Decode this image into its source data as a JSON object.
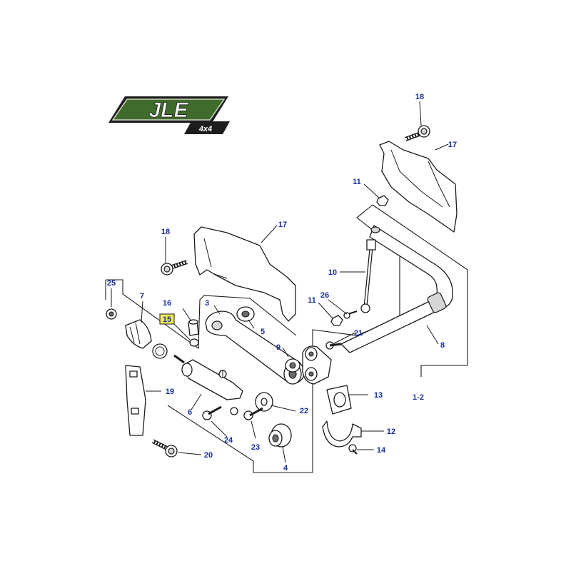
{
  "logo": {
    "brand": "JLE",
    "badge": "4x4",
    "colors": {
      "green": "#3f6b2c",
      "dark": "#1d1d1d"
    }
  },
  "colors": {
    "callout_text": "#1a2fa0",
    "highlight": "#f2e85a",
    "line": "#1a1a1a"
  },
  "callouts": {
    "c1_2": "1-2",
    "c3": "3",
    "c4": "4",
    "c5": "5",
    "c6": "6",
    "c7": "7",
    "c8": "8",
    "c9": "9",
    "c10": "10",
    "c11a": "11",
    "c11b": "11",
    "c12": "12",
    "c13": "13",
    "c14": "14",
    "c15": "15",
    "c16": "16",
    "c17a": "17",
    "c17b": "17",
    "c18a": "18",
    "c18b": "18",
    "c19": "19",
    "c20": "20",
    "c21": "21",
    "c22": "22",
    "c23": "23",
    "c24": "24",
    "c25": "25",
    "c26": "26"
  },
  "highlighted_callout": "15"
}
